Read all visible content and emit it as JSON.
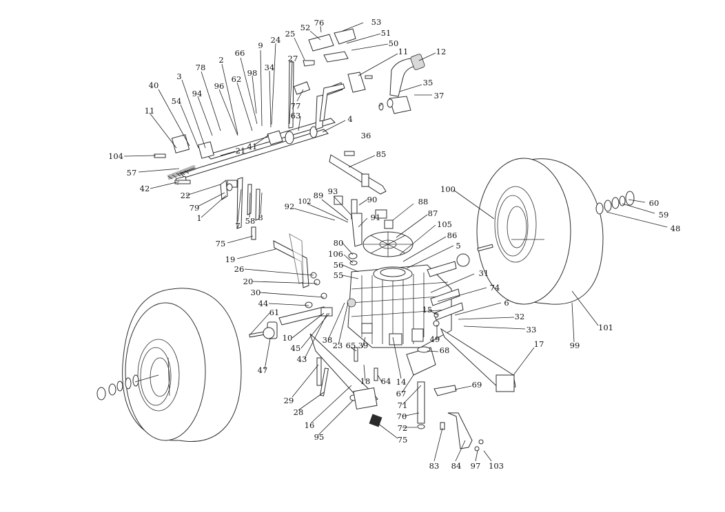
{
  "callouts": [
    {
      "id": "c-76",
      "label": "76"
    },
    {
      "id": "c-53",
      "label": "53"
    },
    {
      "id": "c-52",
      "label": "52"
    },
    {
      "id": "c-51",
      "label": "51"
    },
    {
      "id": "c-25",
      "label": "25"
    },
    {
      "id": "c-50",
      "label": "50"
    },
    {
      "id": "c-24",
      "label": "24"
    },
    {
      "id": "c-9",
      "label": "9"
    },
    {
      "id": "c-11a",
      "label": "11"
    },
    {
      "id": "c-12",
      "label": "12"
    },
    {
      "id": "c-66",
      "label": "66"
    },
    {
      "id": "c-27",
      "label": "27"
    },
    {
      "id": "c-78",
      "label": "78"
    },
    {
      "id": "c-2",
      "label": "2"
    },
    {
      "id": "c-34",
      "label": "34"
    },
    {
      "id": "c-98",
      "label": "98"
    },
    {
      "id": "c-3",
      "label": "3"
    },
    {
      "id": "c-62",
      "label": "62"
    },
    {
      "id": "c-35",
      "label": "35"
    },
    {
      "id": "c-40",
      "label": "40"
    },
    {
      "id": "c-96",
      "label": "96"
    },
    {
      "id": "c-94",
      "label": "94"
    },
    {
      "id": "c-37",
      "label": "37"
    },
    {
      "id": "c-54",
      "label": "54"
    },
    {
      "id": "c-77",
      "label": "77"
    },
    {
      "id": "c-11b",
      "label": "11"
    },
    {
      "id": "c-63",
      "label": "63"
    },
    {
      "id": "c-36",
      "label": "36"
    },
    {
      "id": "c-4",
      "label": "4"
    },
    {
      "id": "c-41",
      "label": "41"
    },
    {
      "id": "c-21",
      "label": "21"
    },
    {
      "id": "c-104",
      "label": "104"
    },
    {
      "id": "c-85",
      "label": "85"
    },
    {
      "id": "c-57",
      "label": "57"
    },
    {
      "id": "c-42",
      "label": "42"
    },
    {
      "id": "c-100",
      "label": "100"
    },
    {
      "id": "c-22",
      "label": "22"
    },
    {
      "id": "c-93",
      "label": "93"
    },
    {
      "id": "c-89",
      "label": "89"
    },
    {
      "id": "c-102",
      "label": "102"
    },
    {
      "id": "c-90",
      "label": "90"
    },
    {
      "id": "c-88",
      "label": "88"
    },
    {
      "id": "c-60",
      "label": "60"
    },
    {
      "id": "c-79",
      "label": "79"
    },
    {
      "id": "c-92",
      "label": "92"
    },
    {
      "id": "c-1",
      "label": "1"
    },
    {
      "id": "c-58",
      "label": "58"
    },
    {
      "id": "c-8",
      "label": "8"
    },
    {
      "id": "c-91",
      "label": "91"
    },
    {
      "id": "c-87",
      "label": "87"
    },
    {
      "id": "c-59",
      "label": "59"
    },
    {
      "id": "c-7",
      "label": "7"
    },
    {
      "id": "c-105",
      "label": "105"
    },
    {
      "id": "c-48",
      "label": "48"
    },
    {
      "id": "c-86",
      "label": "86"
    },
    {
      "id": "c-75a",
      "label": "75"
    },
    {
      "id": "c-80",
      "label": "80"
    },
    {
      "id": "c-5",
      "label": "5"
    },
    {
      "id": "c-106",
      "label": "106"
    },
    {
      "id": "c-19",
      "label": "19"
    },
    {
      "id": "c-56",
      "label": "56"
    },
    {
      "id": "c-26",
      "label": "26"
    },
    {
      "id": "c-55",
      "label": "55"
    },
    {
      "id": "c-31",
      "label": "31"
    },
    {
      "id": "c-20",
      "label": "20"
    },
    {
      "id": "c-74",
      "label": "74"
    },
    {
      "id": "c-30",
      "label": "30"
    },
    {
      "id": "c-6",
      "label": "6"
    },
    {
      "id": "c-44",
      "label": "44"
    },
    {
      "id": "c-15",
      "label": "15"
    },
    {
      "id": "c-61",
      "label": "61"
    },
    {
      "id": "c-32",
      "label": "32"
    },
    {
      "id": "c-101",
      "label": "101"
    },
    {
      "id": "c-33",
      "label": "33"
    },
    {
      "id": "c-10",
      "label": "10"
    },
    {
      "id": "c-49",
      "label": "49"
    },
    {
      "id": "c-45",
      "label": "45"
    },
    {
      "id": "c-38",
      "label": "38"
    },
    {
      "id": "c-17",
      "label": "17"
    },
    {
      "id": "c-99",
      "label": "99"
    },
    {
      "id": "c-23",
      "label": "23"
    },
    {
      "id": "c-65",
      "label": "65"
    },
    {
      "id": "c-39",
      "label": "39"
    },
    {
      "id": "c-68",
      "label": "68"
    },
    {
      "id": "c-43",
      "label": "43"
    },
    {
      "id": "c-47",
      "label": "47"
    },
    {
      "id": "c-14",
      "label": "14"
    },
    {
      "id": "c-18",
      "label": "18"
    },
    {
      "id": "c-64",
      "label": "64"
    },
    {
      "id": "c-69",
      "label": "69"
    },
    {
      "id": "c-67",
      "label": "67"
    },
    {
      "id": "c-29",
      "label": "29"
    },
    {
      "id": "c-71",
      "label": "71"
    },
    {
      "id": "c-28",
      "label": "28"
    },
    {
      "id": "c-70",
      "label": "70"
    },
    {
      "id": "c-16",
      "label": "16"
    },
    {
      "id": "c-72",
      "label": "72"
    },
    {
      "id": "c-95",
      "label": "95"
    },
    {
      "id": "c-75b",
      "label": "75"
    },
    {
      "id": "c-83",
      "label": "83"
    },
    {
      "id": "c-84",
      "label": "84"
    },
    {
      "id": "c-97",
      "label": "97"
    },
    {
      "id": "c-103",
      "label": "103"
    }
  ]
}
